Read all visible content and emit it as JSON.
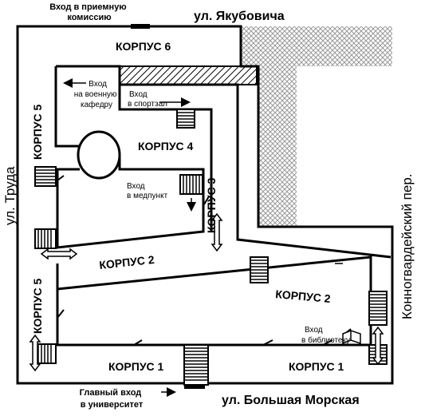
{
  "streets": {
    "top": "ул. Якубовича",
    "bottom": "ул. Большая Морская",
    "left": "ул. Труда",
    "right": "Конногвардейский пер."
  },
  "buildings": {
    "k6": "КОРПУС 6",
    "k5_top": "КОРПУС 5",
    "k5_bottom": "КОРПУС 5",
    "k4": "КОРПУС 4",
    "k3": "КОРПУС 3",
    "k2_left": "КОРПУС 2",
    "k2_right": "КОРПУС 2",
    "k1_left": "КОРПУС 1",
    "k1_right": "КОРПУС 1"
  },
  "entrances": {
    "admissions": [
      "Вход в приемную",
      "комиссию"
    ],
    "military": [
      "Вход",
      "на военную",
      "кафедру"
    ],
    "gym": [
      "Вход",
      "в спортзал"
    ],
    "medical": [
      "Вход",
      "в медпункт"
    ],
    "library": [
      "Вход",
      "в библиотеку"
    ],
    "main": [
      "Главный вход",
      "в университет"
    ]
  },
  "colors": {
    "ink": "#000000",
    "hatch": "#9a9a9a",
    "background": "#ffffff"
  }
}
